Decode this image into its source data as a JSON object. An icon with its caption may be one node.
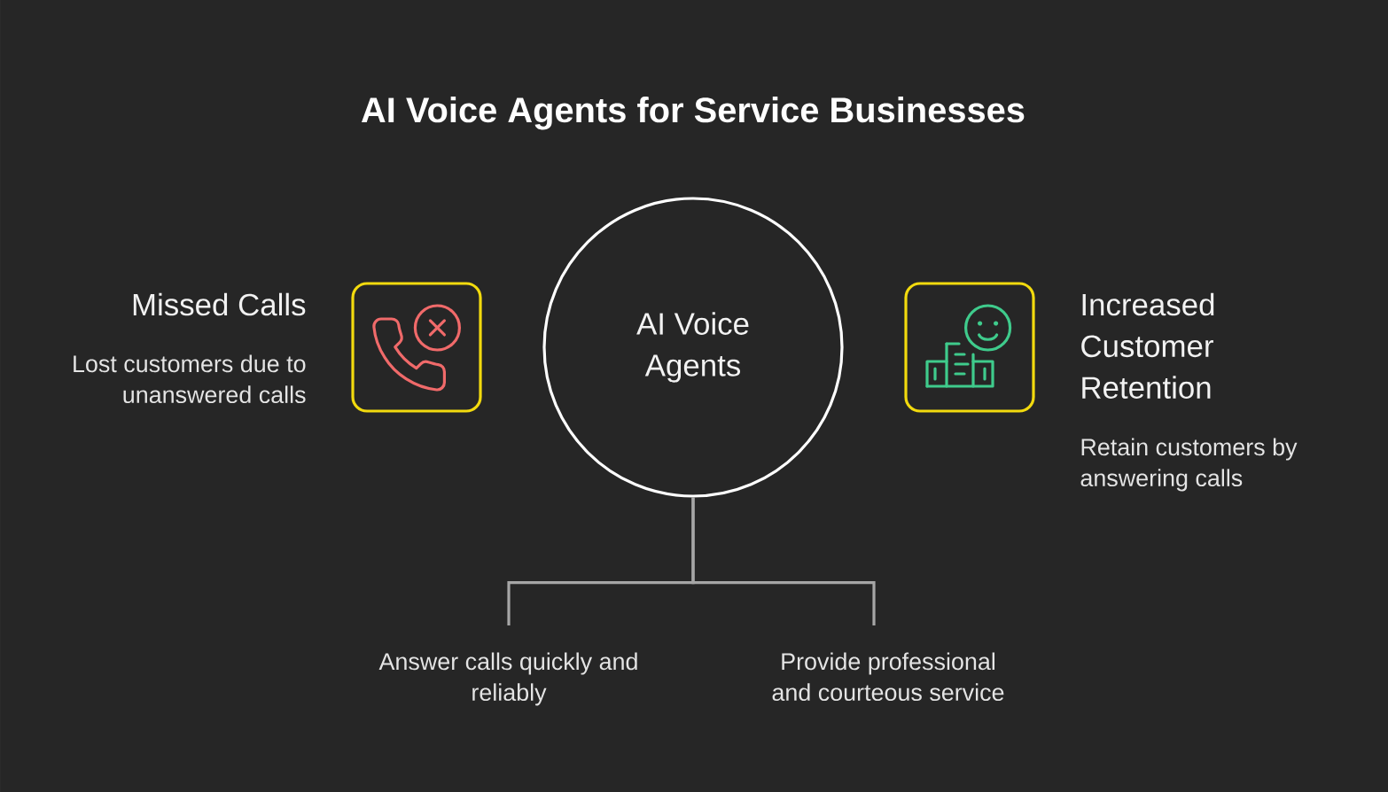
{
  "diagram": {
    "title": "AI Voice Agents for Service Businesses",
    "nodes": [
      {
        "text": [
          "AI Voice Agents"
        ]
      },
      {
        "text": [
          "Missed Calls",
          "Lost customers due to unanswered calls"
        ]
      },
      {
        "text": [
          "Increased Customer Retention",
          "Retain customers by answering calls"
        ]
      },
      {
        "text": [
          "Answer calls quickly and reliably"
        ]
      },
      {
        "text": [
          "Provide professional and courteous service"
        ]
      }
    ],
    "edges": [
      {
        "from": 0,
        "to": 3,
        "arrow": "none"
      },
      {
        "from": 0,
        "to": 4,
        "arrow": "none"
      }
    ]
  }
}
